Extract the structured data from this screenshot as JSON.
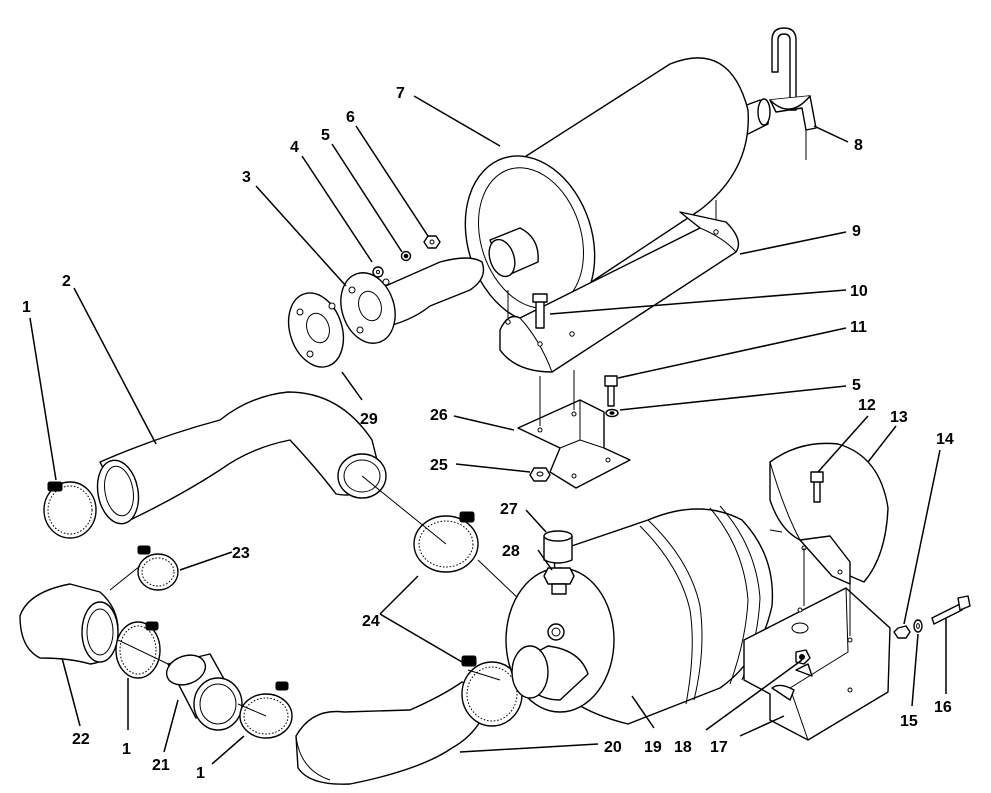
{
  "callouts": [
    {
      "id": "c1a",
      "label": "1"
    },
    {
      "id": "c2",
      "label": "2"
    },
    {
      "id": "c3",
      "label": "3"
    },
    {
      "id": "c4",
      "label": "4"
    },
    {
      "id": "c5a",
      "label": "5"
    },
    {
      "id": "c6",
      "label": "6"
    },
    {
      "id": "c7",
      "label": "7"
    },
    {
      "id": "c8",
      "label": "8"
    },
    {
      "id": "c9",
      "label": "9"
    },
    {
      "id": "c10",
      "label": "10"
    },
    {
      "id": "c11",
      "label": "11"
    },
    {
      "id": "c5b",
      "label": "5"
    },
    {
      "id": "c12",
      "label": "12"
    },
    {
      "id": "c13",
      "label": "13"
    },
    {
      "id": "c14",
      "label": "14"
    },
    {
      "id": "c25",
      "label": "25"
    },
    {
      "id": "c26",
      "label": "26"
    },
    {
      "id": "c27",
      "label": "27"
    },
    {
      "id": "c28",
      "label": "28"
    },
    {
      "id": "c29",
      "label": "29"
    },
    {
      "id": "c23",
      "label": "23"
    },
    {
      "id": "c24",
      "label": "24"
    },
    {
      "id": "c22",
      "label": "22"
    },
    {
      "id": "c1b",
      "label": "1"
    },
    {
      "id": "c21",
      "label": "21"
    },
    {
      "id": "c1c",
      "label": "1"
    },
    {
      "id": "c20",
      "label": "20"
    },
    {
      "id": "c19",
      "label": "19"
    },
    {
      "id": "c18",
      "label": "18"
    },
    {
      "id": "c17",
      "label": "17"
    },
    {
      "id": "c15",
      "label": "15"
    },
    {
      "id": "c16",
      "label": "16"
    }
  ]
}
